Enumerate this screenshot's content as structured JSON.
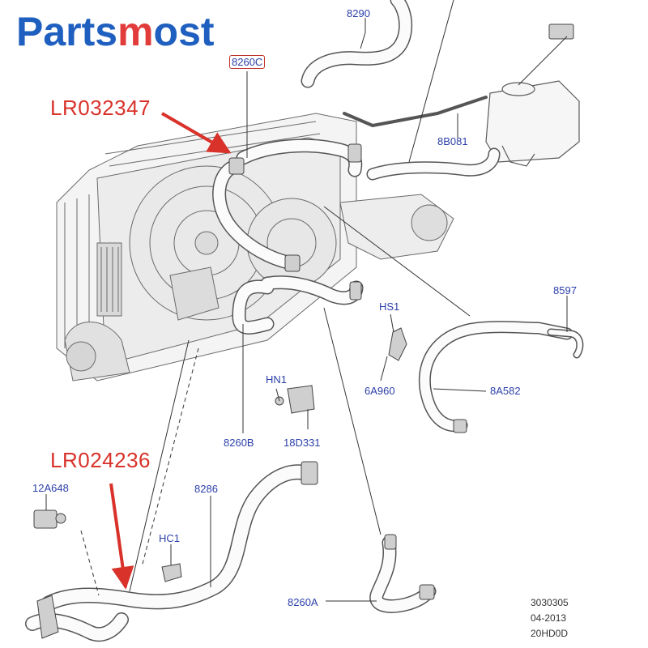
{
  "brand": {
    "prefix": "Parts",
    "highlight": "m",
    "suffix": "ost"
  },
  "callouts": [
    "LR032347",
    "LR024236"
  ],
  "labels": {
    "l8290": "8290",
    "l8260C": "8260C",
    "l8B081": "8B081",
    "l8597": "8597",
    "lHS1": "HS1",
    "l6A960": "6A960",
    "l8A582": "8A582",
    "lHN1": "HN1",
    "l8260B": "8260B",
    "l18D331": "18D331",
    "l12A648": "12A648",
    "l8286": "8286",
    "lHC1": "HC1",
    "l8260A": "8260A"
  },
  "ref_codes": [
    "3030305",
    "04-2013",
    "20HD0D"
  ],
  "colors": {
    "brand_blue": "#1f5fbf",
    "brand_red": "#e23b3b",
    "callout_red": "#d8322a",
    "label_blue": "#2b3fa8",
    "line": "#333333"
  }
}
